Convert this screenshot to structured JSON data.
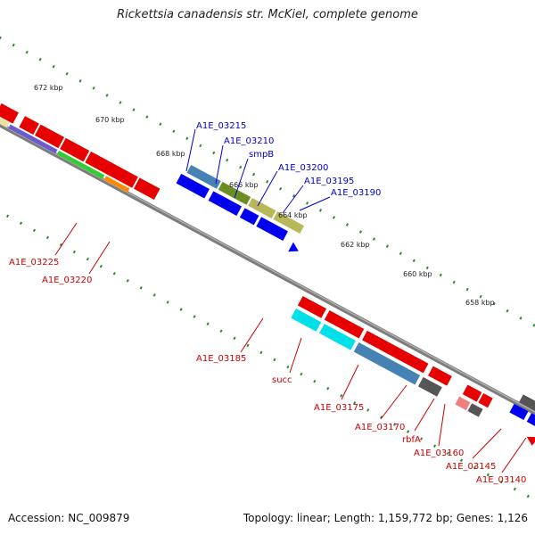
{
  "title": "Rickettsia canadensis str. McKiel, complete genome",
  "footer": {
    "accession": "Accession: NC_009879",
    "summary": "Topology: linear; Length: 1,159,772 bp; Genes: 1,126"
  },
  "colors": {
    "backbone": "#8a8a8a",
    "ruler": "#2e8b2e",
    "top_label": "#0000cc",
    "bottom_label": "#cc0000"
  },
  "ruler_ticks": [
    "672 kbp",
    "670 kbp",
    "668 kbp",
    "666 kbp",
    "664 kbp",
    "662 kbp",
    "660 kbp",
    "658 kbp"
  ],
  "top_labels": [
    "A1E_03215",
    "A1E_03210",
    "smpB",
    "A1E_03200",
    "A1E_03195",
    "A1E_03190"
  ],
  "bottom_labels": [
    "A1E_03225",
    "A1E_03220",
    "A1E_03185",
    "succ",
    "A1E_03175",
    "A1E_03170",
    "rbfA",
    "A1E_03160",
    "A1E_03145",
    "A1E_03140"
  ]
}
